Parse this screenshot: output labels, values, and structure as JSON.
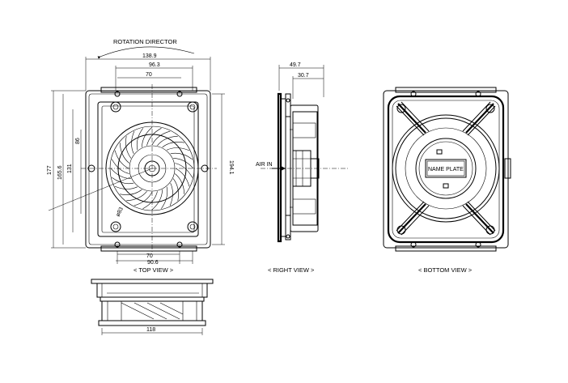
{
  "labels": {
    "rotation": "ROTATION DIRECTOR",
    "top_view": "< TOP VIEW >",
    "right_view": "< RIGHT VIEW >",
    "bottom_view": "< BOTTOM VIEW >",
    "air_in": "AIR IN",
    "name_plate": "NAME PLATE"
  },
  "dimensions": {
    "top_width_overall": "138.9",
    "top_width_inner": "96.3",
    "top_width_holes": "70",
    "bottom_holes": "70",
    "bottom_width": "90.6",
    "height_overall": "177",
    "height_second": "165.6",
    "height_third": "131",
    "height_fourth": "86",
    "right_height": "194.1",
    "hole_dia": "ø83",
    "depth_overall": "49.7",
    "depth_partial": "30.7",
    "front_width": "118"
  }
}
